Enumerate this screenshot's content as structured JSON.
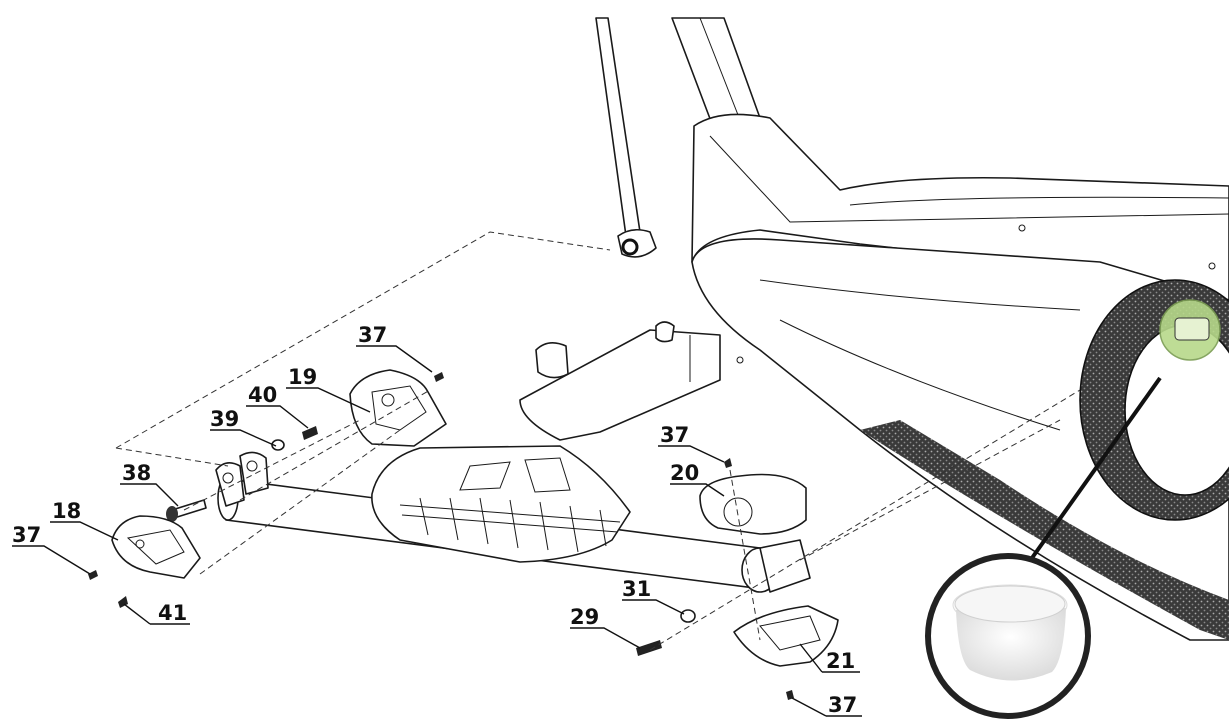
{
  "parts": {
    "p37_top": "37",
    "p19": "19",
    "p40": "40",
    "p39": "39",
    "p38": "38",
    "p18": "18",
    "p37_left": "37",
    "p41": "41",
    "p37_mid": "37",
    "p20": "20",
    "p31": "31",
    "p29": "29",
    "p21": "21",
    "p37_bottom": "37"
  },
  "colors": {
    "ink": "#1a1a1a",
    "highlight": "#b7d98a",
    "texture": "#2a2a2a",
    "cap_fill": "#f2f2f2"
  }
}
